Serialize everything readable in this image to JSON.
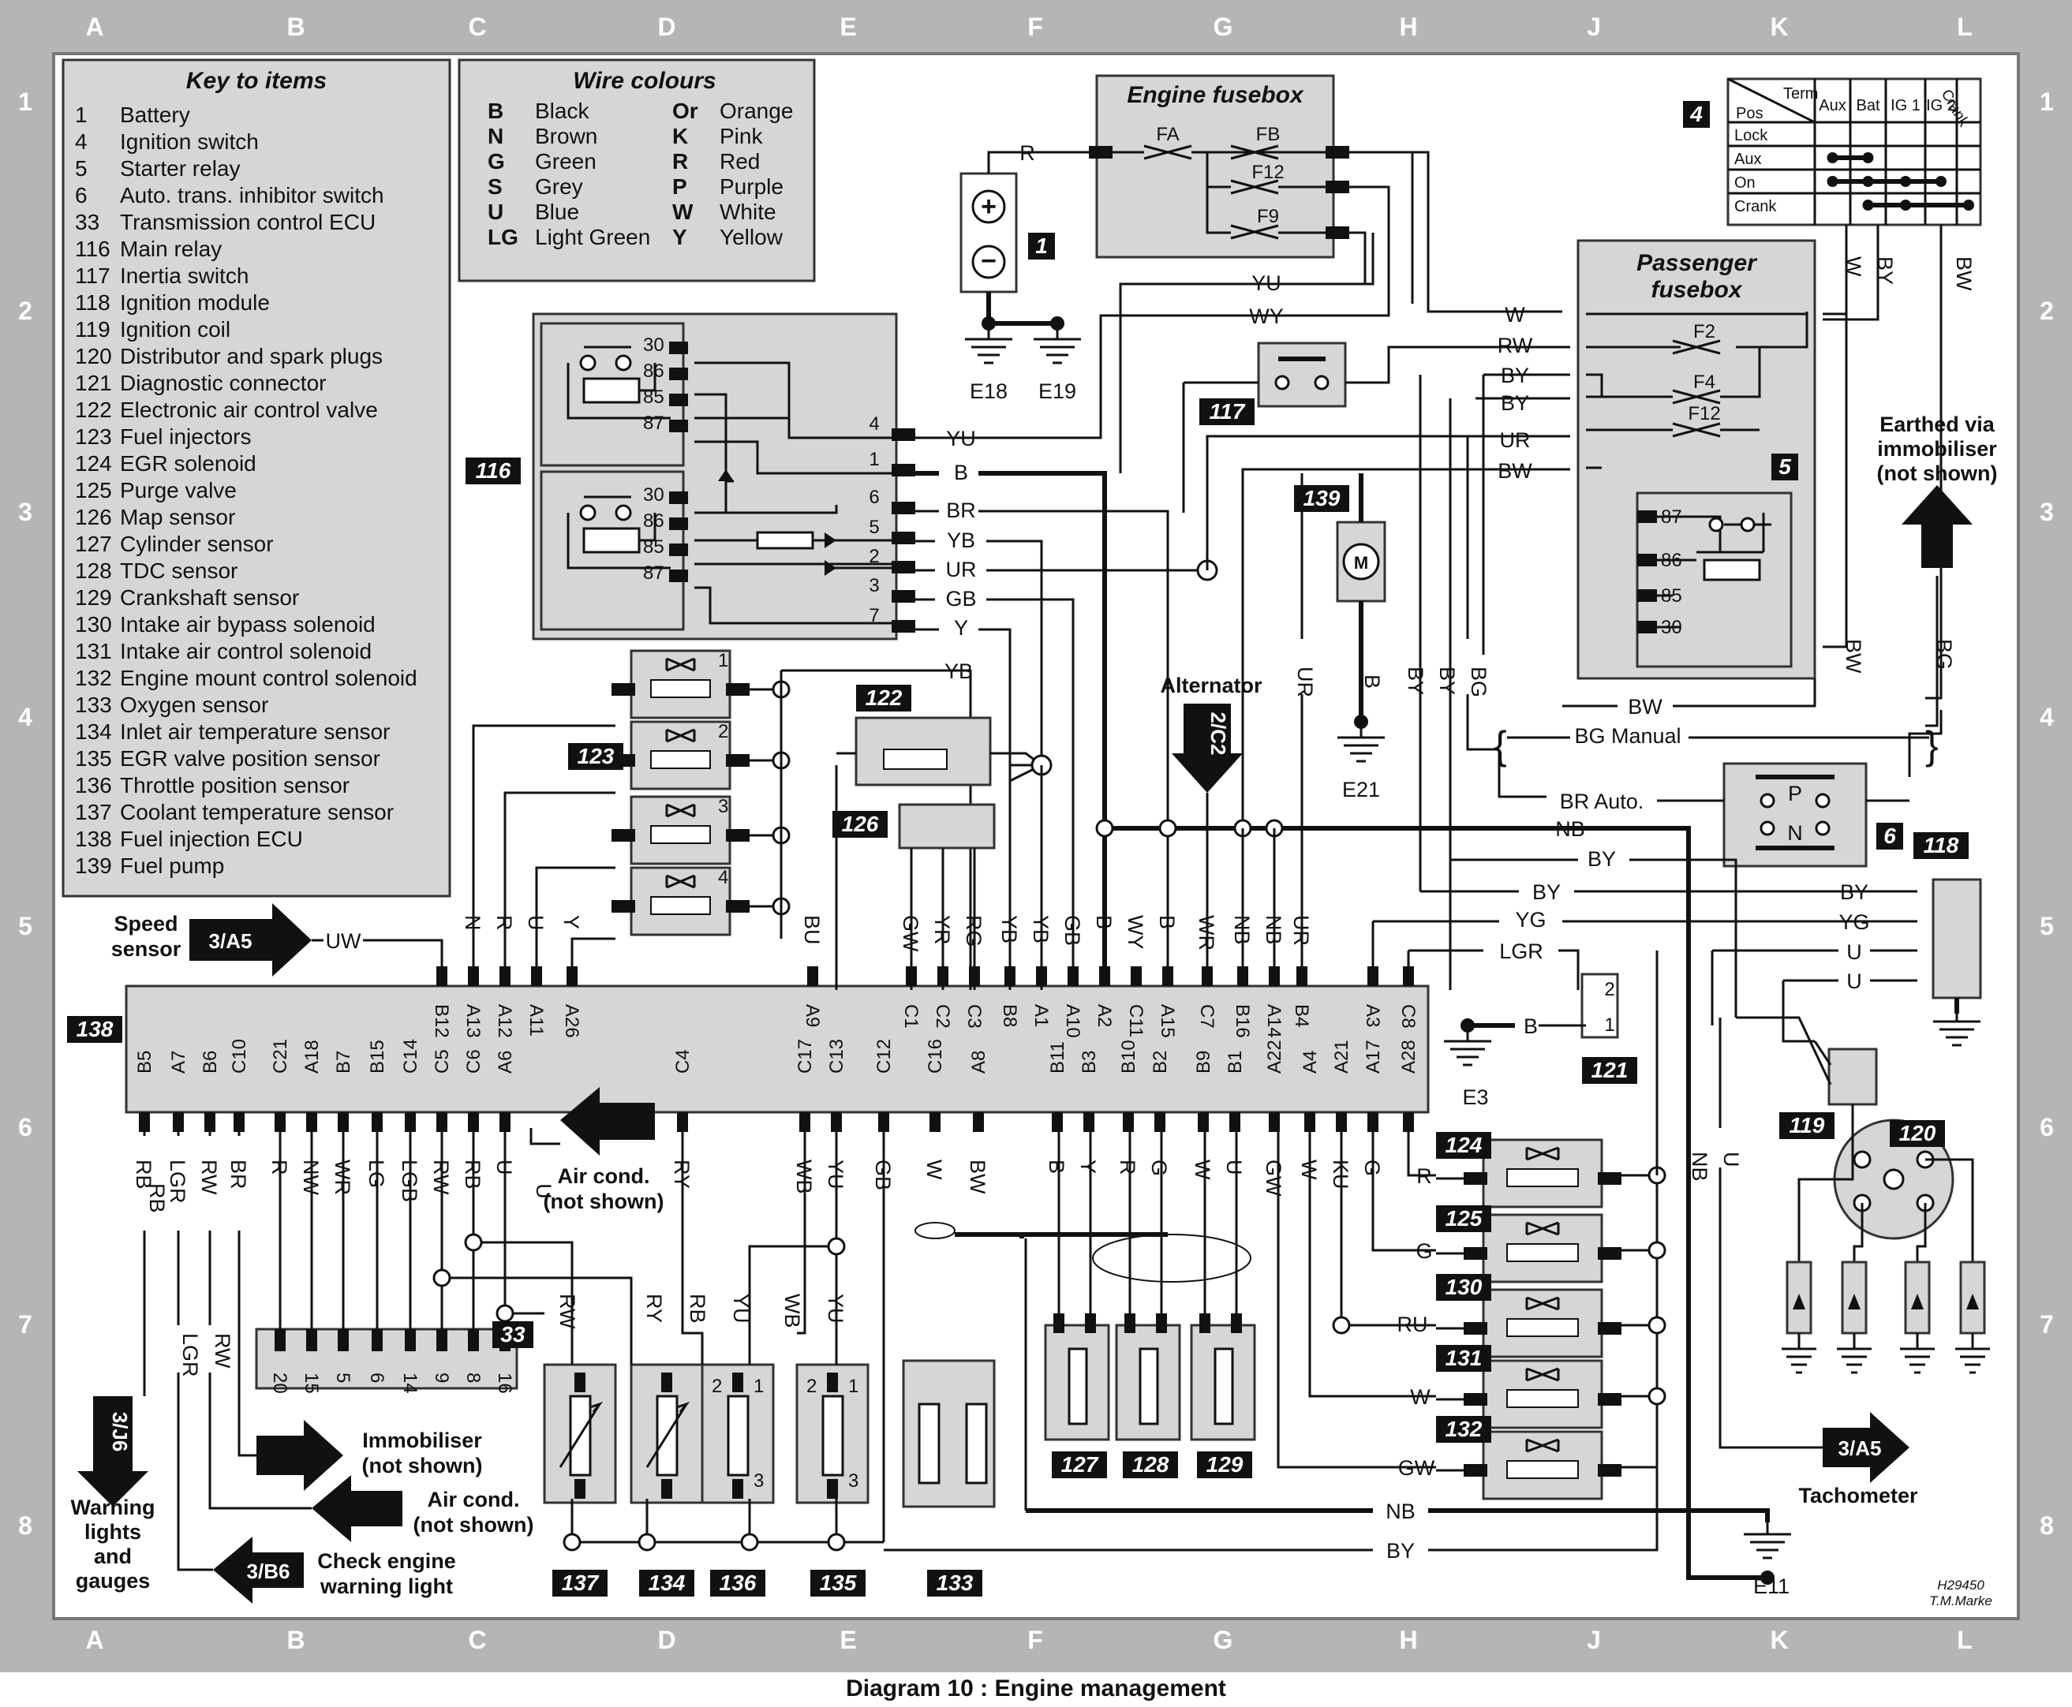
{
  "frame": {
    "columns": [
      "A",
      "B",
      "C",
      "D",
      "E",
      "F",
      "G",
      "H",
      "J",
      "K",
      "L"
    ],
    "rows": [
      "1",
      "2",
      "3",
      "4",
      "5",
      "6",
      "7",
      "8"
    ]
  },
  "key": {
    "title": "Key to items",
    "items": [
      {
        "num": "1",
        "label": "Battery"
      },
      {
        "num": "4",
        "label": "Ignition switch"
      },
      {
        "num": "5",
        "label": "Starter relay"
      },
      {
        "num": "6",
        "label": "Auto. trans. inhibitor switch"
      },
      {
        "num": "33",
        "label": "Transmission control ECU"
      },
      {
        "num": "116",
        "label": "Main relay"
      },
      {
        "num": "117",
        "label": "Inertia switch"
      },
      {
        "num": "118",
        "label": "Ignition module"
      },
      {
        "num": "119",
        "label": "Ignition coil"
      },
      {
        "num": "120",
        "label": "Distributor and spark plugs"
      },
      {
        "num": "121",
        "label": "Diagnostic connector"
      },
      {
        "num": "122",
        "label": "Electronic air control valve"
      },
      {
        "num": "123",
        "label": "Fuel injectors"
      },
      {
        "num": "124",
        "label": "EGR solenoid"
      },
      {
        "num": "125",
        "label": "Purge valve"
      },
      {
        "num": "126",
        "label": "Map sensor"
      },
      {
        "num": "127",
        "label": "Cylinder sensor"
      },
      {
        "num": "128",
        "label": "TDC sensor"
      },
      {
        "num": "129",
        "label": "Crankshaft sensor"
      },
      {
        "num": "130",
        "label": "Intake air bypass solenoid"
      },
      {
        "num": "131",
        "label": "Intake air control solenoid"
      },
      {
        "num": "132",
        "label": "Engine mount control solenoid"
      },
      {
        "num": "133",
        "label": "Oxygen sensor"
      },
      {
        "num": "134",
        "label": "Inlet air temperature sensor"
      },
      {
        "num": "135",
        "label": "EGR valve position sensor"
      },
      {
        "num": "136",
        "label": "Throttle position sensor"
      },
      {
        "num": "137",
        "label": "Coolant temperature sensor"
      },
      {
        "num": "138",
        "label": "Fuel injection ECU"
      },
      {
        "num": "139",
        "label": "Fuel pump"
      }
    ]
  },
  "wire_colours": {
    "title": "Wire colours",
    "items": [
      {
        "code": "B",
        "name": "Black"
      },
      {
        "code": "N",
        "name": "Brown"
      },
      {
        "code": "G",
        "name": "Green"
      },
      {
        "code": "S",
        "name": "Grey"
      },
      {
        "code": "U",
        "name": "Blue"
      },
      {
        "code": "LG",
        "name": "Light Green"
      },
      {
        "code": "Or",
        "name": "Orange"
      },
      {
        "code": "K",
        "name": "Pink"
      },
      {
        "code": "R",
        "name": "Red"
      },
      {
        "code": "P",
        "name": "Purple"
      },
      {
        "code": "W",
        "name": "White"
      },
      {
        "code": "Y",
        "name": "Yellow"
      }
    ]
  },
  "boxes": {
    "engine_fusebox": "Engine fusebox",
    "passenger_fusebox_1": "Passenger",
    "passenger_fusebox_2": "fusebox"
  },
  "ignition_switch": {
    "head_term": "Term",
    "head_pos": "Pos",
    "columns": [
      "Aux",
      "Bat",
      "IG 1",
      "IG 2",
      "Crank"
    ],
    "rows": [
      "Lock",
      "Aux",
      "On",
      "Crank"
    ]
  },
  "fuses": {
    "fa": "FA",
    "fb": "FB",
    "f12a": "F12",
    "f9": "F9",
    "f2": "F2",
    "f4": "F4",
    "f12b": "F12"
  },
  "tags": {
    "t1": "1",
    "t4": "4",
    "t5": "5",
    "t6": "6",
    "t33": "33",
    "t116": "116",
    "t117": "117",
    "t118": "118",
    "t119": "119",
    "t120": "120",
    "t121": "121",
    "t122": "122",
    "t123": "123",
    "t124": "124",
    "t125": "125",
    "t126": "126",
    "t127": "127",
    "t128": "128",
    "t129": "129",
    "t130": "130",
    "t131": "131",
    "t132": "132",
    "t133": "133",
    "t134": "134",
    "t135": "135",
    "t136": "136",
    "t137": "137",
    "t138": "138",
    "t139": "139"
  },
  "earths": {
    "e18": "E18",
    "e19": "E19",
    "e21": "E21",
    "e3": "E3",
    "e11": "E11"
  },
  "notes": {
    "alternator": "Alternator",
    "alt_ref": "2/C2",
    "earthed_1": "Earthed via",
    "earthed_2": "immobiliser",
    "earthed_3": "(not shown)",
    "speed_1": "Speed",
    "speed_2": "sensor",
    "speed_ref": "3/A5",
    "aircond_1": "Air cond.",
    "aircond_2": "(not shown)",
    "immob_1": "Immobiliser",
    "immob_2": "(not shown)",
    "aircond2_1": "Air cond.",
    "aircond2_2": "(not shown)",
    "warn_ref": "3/J6",
    "warn_1": "Warning",
    "warn_2": "lights",
    "warn_3": "and",
    "warn_4": "gauges",
    "check_ref": "3/B6",
    "check_1": "Check engine",
    "check_2": "warning light",
    "tacho_ref": "3/A5",
    "tacho": "Tachometer",
    "bg_manual": "BG Manual",
    "br_auto": "BR Auto.",
    "inhib_p": "P",
    "inhib_n": "N",
    "credit_1": "H29450",
    "credit_2": "T.M.Marke"
  },
  "relay_pins": {
    "p30": "30",
    "p86": "86",
    "p85": "85",
    "p87": "87"
  },
  "relay116_pins": [
    "4",
    "1",
    "6",
    "5",
    "2",
    "3",
    "7"
  ],
  "wire_labels": {
    "r_batt": "R",
    "yu_top": "YU",
    "wy_top": "WY",
    "yu_relay": "YU",
    "b_relay": "B",
    "br_relay": "BR",
    "yb_relay": "YB",
    "ur_relay": "UR",
    "gb_relay": "GB",
    "y_relay": "Y",
    "yb_top": "YB",
    "w_pf": "W",
    "rw_pf": "RW",
    "by_pf1": "BY",
    "by_pf2": "BY",
    "ur_pf": "UR",
    "bw_pf": "BW",
    "w_is": "W",
    "by_is": "BY",
    "bw_is": "BW",
    "bw_bottom": "BW",
    "bw_v": "BW",
    "bg_v": "BG",
    "b_pump": "B",
    "ur_v": "UR",
    "by_v1": "BY",
    "by_v2": "BY",
    "bg_v2": "BG",
    "nb_h": "NB",
    "by_h1": "BY",
    "by_h2": "BY",
    "yg_h": "YG",
    "lgr_h": "LGR",
    "b_diag": "B",
    "by_118": "BY",
    "yg_118": "YG",
    "u_118a": "U",
    "u_118b": "U",
    "uw": "UW",
    "r_124": "R",
    "g_125": "G",
    "ru_130": "RU",
    "w_131": "W",
    "gw_132": "GW",
    "nb_bottom": "NB",
    "by_bottom": "BY",
    "nb_v": "NB",
    "u_v": "U"
  },
  "ecu_top_pins": [
    {
      "pin": "B12",
      "wire": ""
    },
    {
      "pin": "A13",
      "wire": "N"
    },
    {
      "pin": "A12",
      "wire": "R"
    },
    {
      "pin": "A11",
      "wire": "U"
    },
    {
      "pin": "A26",
      "wire": "Y"
    },
    {
      "pin": "A9",
      "wire": "BU"
    },
    {
      "pin": "C1",
      "wire": "GW"
    },
    {
      "pin": "C2",
      "wire": "YR"
    },
    {
      "pin": "C3",
      "wire": "RG"
    },
    {
      "pin": "B8",
      "wire": "YB"
    },
    {
      "pin": "A1",
      "wire": "YB"
    },
    {
      "pin": "A10",
      "wire": "GB"
    },
    {
      "pin": "A2",
      "wire": "B"
    },
    {
      "pin": "C11",
      "wire": "WY"
    },
    {
      "pin": "A15",
      "wire": "B"
    },
    {
      "pin": "C7",
      "wire": "WR"
    },
    {
      "pin": "B16",
      "wire": "NB"
    },
    {
      "pin": "A14",
      "wire": "NB"
    },
    {
      "pin": "B4",
      "wire": "UR"
    },
    {
      "pin": "A3",
      "wire": ""
    },
    {
      "pin": "C8",
      "wire": ""
    }
  ],
  "ecu_bottom_pins": [
    {
      "pin": "B5",
      "wire": "RB"
    },
    {
      "pin": "A7",
      "wire": "LGR"
    },
    {
      "pin": "B6",
      "wire": "RW"
    },
    {
      "pin": "C10",
      "wire": "BR"
    },
    {
      "pin": "C21",
      "wire": "R"
    },
    {
      "pin": "A18",
      "wire": "NW"
    },
    {
      "pin": "B7",
      "wire": "WR"
    },
    {
      "pin": "B15",
      "wire": "LG"
    },
    {
      "pin": "C14",
      "wire": "LGB"
    },
    {
      "pin": "C5",
      "wire": "RW"
    },
    {
      "pin": "C6",
      "wire": "RB"
    },
    {
      "pin": "A6",
      "wire": "U"
    },
    {
      "pin": "C4",
      "wire": "RY"
    },
    {
      "pin": "C17",
      "wire": "WB"
    },
    {
      "pin": "C13",
      "wire": "YU"
    },
    {
      "pin": "C12",
      "wire": "GB"
    },
    {
      "pin": "C16",
      "wire": "W"
    },
    {
      "pin": "A8",
      "wire": "BW"
    },
    {
      "pin": "B11",
      "wire": "B"
    },
    {
      "pin": "B3",
      "wire": "Y"
    },
    {
      "pin": "B10",
      "wire": "R"
    },
    {
      "pin": "B2",
      "wire": "G"
    },
    {
      "pin": "B9",
      "wire": "W"
    },
    {
      "pin": "B1",
      "wire": "U"
    },
    {
      "pin": "A22",
      "wire": "GW"
    },
    {
      "pin": "A4",
      "wire": "W"
    },
    {
      "pin": "A21",
      "wire": "KU"
    },
    {
      "pin": "A17",
      "wire": "G"
    },
    {
      "pin": "A28",
      "wire": ""
    }
  ],
  "tcu_pins": [
    "20",
    "15",
    "5",
    "6",
    "14",
    "9",
    "8",
    "16"
  ],
  "lower_wires": {
    "u_tcu": "U",
    "rw_137": "RW",
    "ry_134": "RY",
    "rb_136": "RB",
    "yu_136": "YU",
    "wb_135": "WB",
    "yu_135": "YU",
    "rw_b": "RW",
    "lgr_b": "LGR"
  },
  "sensor_pins": {
    "s1": "1",
    "s2": "2",
    "s3": "3",
    "s1b": "1",
    "s2b": "2",
    "s3b": "3"
  },
  "injector_nums": [
    "1",
    "2",
    "3",
    "4"
  ],
  "diag_pins": {
    "d2": "2",
    "d1": "1"
  },
  "caption": "Diagram 10 : Engine management"
}
